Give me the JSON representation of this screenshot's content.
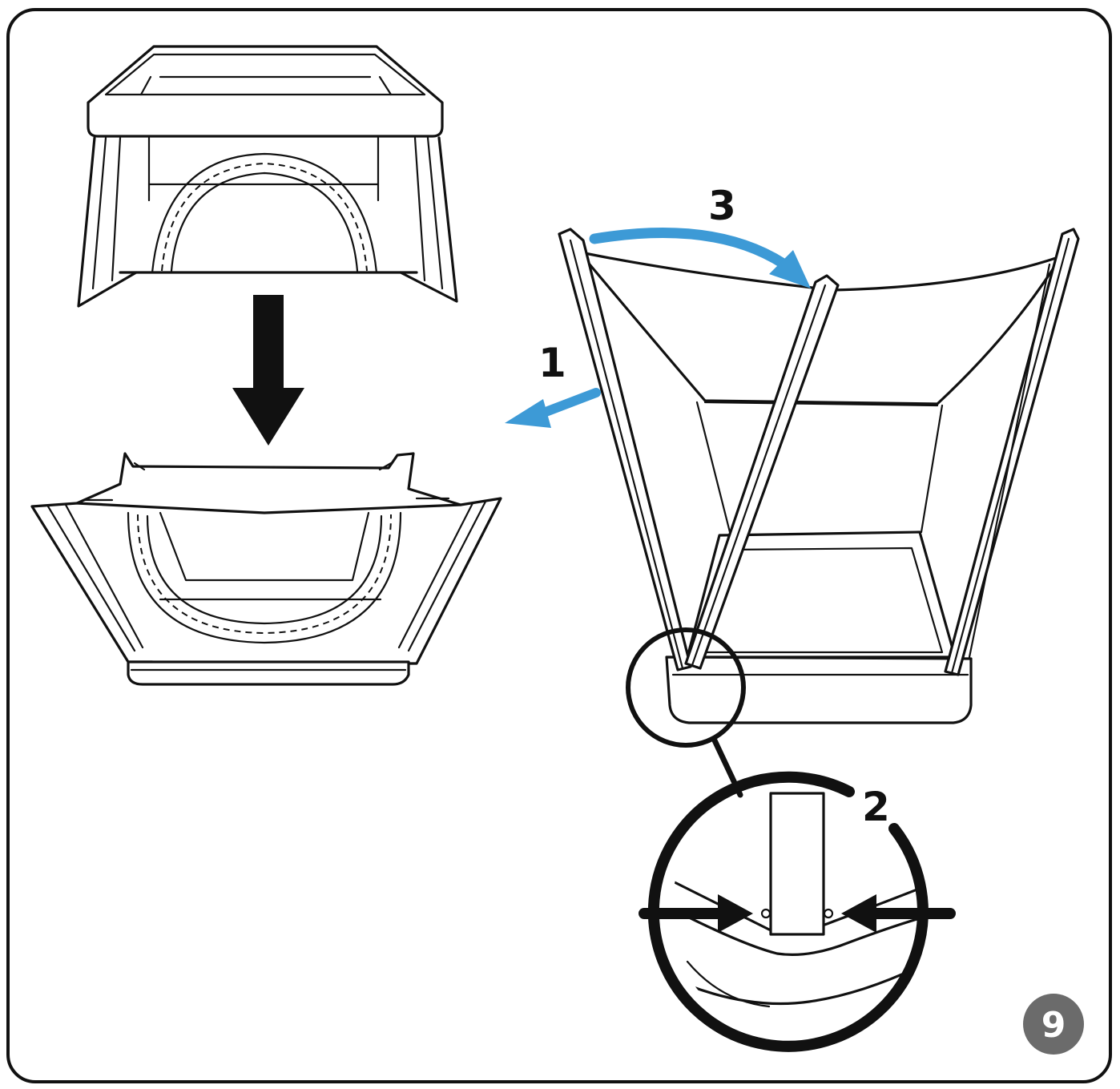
{
  "steps": {
    "step1": "1",
    "step2": "2",
    "step3": "3"
  },
  "page_badge": "9",
  "colors": {
    "accent_arrow": "#3d9ad6",
    "line": "#111111",
    "badge": "#6b6b6b",
    "background": "#ffffff"
  },
  "icons": {
    "down_arrow": "down-arrow-icon",
    "squeeze_arrows": "squeeze-arrows-icon",
    "rotate_arrow": "curved-arrow-icon",
    "pull_arrow": "pull-arrow-icon"
  }
}
